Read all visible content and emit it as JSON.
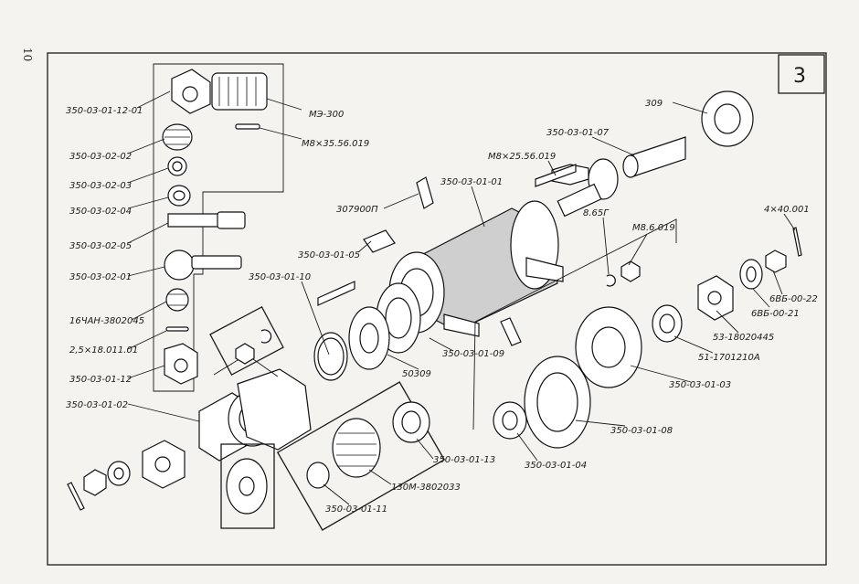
{
  "page_number": "10",
  "figure_number": "3",
  "labels": {
    "l01": "350-03-01-12-01",
    "l02": "МЭ-300",
    "l03": "М8×35.56.019",
    "l04": "350-03-02-02",
    "l05": "350-03-02-03",
    "l06": "350-03-02-04",
    "l07": "350-03-02-05",
    "l08": "350-03-02-01",
    "l09": "16ЧАН-3802045",
    "l10": "2,5×18.011.01",
    "l11": "350-03-01-12",
    "l12": "350-03-01-02",
    "l13": "307900П",
    "l14": "350-03-01-05",
    "l15": "350-03-01-10",
    "l16": "350-03-01-01",
    "l17": "М8×25.56.019",
    "l18": "350-03-01-07",
    "l19": "309",
    "l20": "8.65Г",
    "l21": "М8.6.019",
    "l22": "4×40.001",
    "l23": "6ВБ-00-22",
    "l24": "6ВБ-00-21",
    "l25": "53-18020445",
    "l26": "51-1701210А",
    "l27": "350-03-01-03",
    "l28": "350-03-01-08",
    "l29": "350-03-01-04",
    "l30": "350-03-01-09",
    "l31": "50309",
    "l32": "350-03-01-13",
    "l33": "130М-3802033",
    "l34": "350-03-01-11"
  }
}
